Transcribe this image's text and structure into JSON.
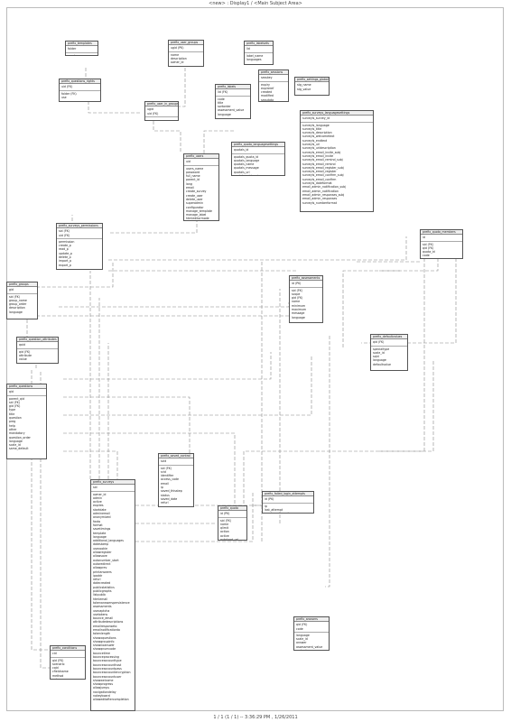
{
  "page": {
    "title": "<new> : Display1 / <Main Subject Area>",
    "footer": "1 / 1 (1 / 1) -- 3:36:29 PM , 1/26/2011"
  },
  "tables": [
    {
      "name": "prefix_templates",
      "pk": [
        "folder"
      ],
      "cols": [
        "creator"
      ]
    },
    {
      "name": "prefix_user_groups",
      "pk": [
        "ugid (PK)"
      ],
      "cols": [
        "name",
        "description",
        "owner_id"
      ]
    },
    {
      "name": "prefix_labelsets",
      "pk": [
        "lid"
      ],
      "cols": [
        "label_name",
        "languages"
      ]
    },
    {
      "name": "prefix_questions_rights",
      "pk": [
        "uid (FK)"
      ],
      "cols": [
        "folder (FK)",
        "use"
      ]
    },
    {
      "name": "prefix_user_in_groups",
      "pk": [
        "ugid",
        "uid (FK)"
      ],
      "cols": []
    },
    {
      "name": "prefix_labels",
      "pk": [
        "lid (FK)"
      ],
      "cols": [
        "code",
        "title",
        "sortorder",
        "assessment_value",
        "language"
      ]
    },
    {
      "name": "prefix_sessions",
      "pk": [
        "sesskey"
      ],
      "cols": [
        "expiry",
        "expireref",
        "created",
        "modified",
        "sessdata"
      ]
    },
    {
      "name": "prefix_settings_global",
      "pk": [],
      "cols": [
        "stg_name",
        "stg_value"
      ]
    },
    {
      "name": "prefix_surveys_languagesettings",
      "pk": [
        "surveyls_survey_id"
      ],
      "cols": [
        "surveyls_language",
        "surveyls_title",
        "surveyls_description",
        "surveyls_welcometext",
        "surveyls_endtext",
        "surveyls_url",
        "surveyls_urldescription",
        "surveyls_email_invite_subj",
        "surveyls_email_invite",
        "surveyls_email_remind_subj",
        "surveyls_email_remind",
        "surveyls_email_register_subj",
        "surveyls_email_register",
        "surveyls_email_confirm_subj",
        "surveyls_email_confirm",
        "surveyls_dateformat",
        "email_admin_notification_subj",
        "email_admin_notification",
        "email_admin_responses_subj",
        "email_admin_responses",
        "surveyls_numberformat"
      ]
    },
    {
      "name": "prefix_quota_languagesettings",
      "pk": [
        "quotals_id"
      ],
      "cols": [
        "quotals_quota_id",
        "quotals_language",
        "quotals_name",
        "quotals_message",
        "quotals_url",
        "quotals_urldescrip"
      ]
    },
    {
      "name": "prefix_users",
      "pk": [
        "uid"
      ],
      "cols": [
        "users_name",
        "password",
        "full_name",
        "parent_id",
        "lang",
        "email",
        "create_survey",
        "create_user",
        "delete_user",
        "superadmin",
        "configurator",
        "manage_template",
        "manage_label",
        "htmleditormode",
        "one_time_pw",
        "dateformat"
      ]
    },
    {
      "name": "prefix_surveys_permissions",
      "pk": [
        "sid (FK)",
        "uid (FK)"
      ],
      "cols": [
        "permission",
        "create_p",
        "read_p",
        "update_p",
        "delete_p",
        "import_p",
        "export_p"
      ]
    },
    {
      "name": "prefix_quota_members",
      "pk": [
        "id"
      ],
      "cols": [
        "sid (FK)",
        "qid (FK)",
        "quota_id",
        "code"
      ]
    },
    {
      "name": "prefix_groups",
      "pk": [
        "gid"
      ],
      "cols": [
        "sid (FK)",
        "group_name",
        "group_order",
        "description",
        "language"
      ]
    },
    {
      "name": "prefix_assessments",
      "pk": [
        "id (PK)"
      ],
      "cols": [
        "sid (FK)",
        "scope",
        "gid (FK)",
        "name",
        "minimum",
        "maximum",
        "message",
        "language"
      ]
    },
    {
      "name": "prefix_question_attributes",
      "pk": [
        "qaid"
      ],
      "cols": [
        "qid (FK)",
        "attribute",
        "value"
      ]
    },
    {
      "name": "prefix_defaultvalues",
      "pk": [
        "qid (FK)"
      ],
      "cols": [
        "specialtype",
        "scale_id",
        "sqid",
        "language",
        "defaultvalue"
      ]
    },
    {
      "name": "prefix_questions",
      "pk": [
        "qid"
      ],
      "cols": [
        "parent_qid",
        "sid (FK)",
        "gid (FK)",
        "type",
        "title",
        "question",
        "preg",
        "help",
        "other",
        "mandatory",
        "question_order",
        "language",
        "scale_id",
        "same_default"
      ]
    },
    {
      "name": "prefix_saved_control",
      "pk": [
        "scid"
      ],
      "cols": [
        "sid (FK)",
        "srid",
        "identifier",
        "access_code",
        "email",
        "ip",
        "saved_thisstep",
        "status",
        "saved_date",
        "refurl"
      ]
    },
    {
      "name": "prefix_surveys",
      "pk": [
        "sid"
      ],
      "cols": [
        "owner_id",
        "admin",
        "active",
        "expires",
        "startdate",
        "adminemail",
        "anonymized",
        "faxto",
        "format",
        "savetimings",
        "template",
        "language",
        "additional_languages",
        "datestamp",
        "usecookie",
        "allowregister",
        "allowsave",
        "autonumber_start",
        "autoredirect",
        "allowprev",
        "printanswers",
        "ipaddr",
        "refurl",
        "datecreated",
        "publicstatistics",
        "publicgraphs",
        "listpublic",
        "htmlemail",
        "tokenanswerspersistence",
        "assessments",
        "usecaptcha",
        "usetokens",
        "bounce_email",
        "attributedescriptions",
        "emailresponseto",
        "emailnotificationto",
        "tokenlength",
        "showxquestions",
        "showgroupinfo",
        "shownoanswer",
        "showqnumcode",
        "bouncetime",
        "bounceprocessing",
        "bounceaccounttype",
        "bounceaccounthost",
        "bounceaccountpass",
        "bounceaccountencryption",
        "bounceaccountuser",
        "showwelcome",
        "showprogress",
        "allowjumps",
        "navigationdelay",
        "nokeyboard",
        "alloweditaftercompletion"
      ]
    },
    {
      "name": "prefix_quota",
      "pk": [
        "id (PK)"
      ],
      "cols": [
        "sid (FK)",
        "name",
        "qlimit",
        "action",
        "active",
        "autoload_url"
      ]
    },
    {
      "name": "prefix_failed_login_attempts",
      "pk": [
        "id (PK)"
      ],
      "cols": [
        "ip",
        "last_attempt",
        "number_attempts"
      ]
    },
    {
      "name": "prefix_conditions",
      "pk": [
        "cid"
      ],
      "cols": [
        "qid (FK)",
        "scenario",
        "cqid",
        "cfieldname",
        "method",
        "value"
      ]
    },
    {
      "name": "prefix_answers",
      "pk": [
        "qid (FK)",
        "code"
      ],
      "cols": [
        "language",
        "scale_id",
        "answer",
        "assessment_value",
        "sortorder"
      ]
    }
  ]
}
